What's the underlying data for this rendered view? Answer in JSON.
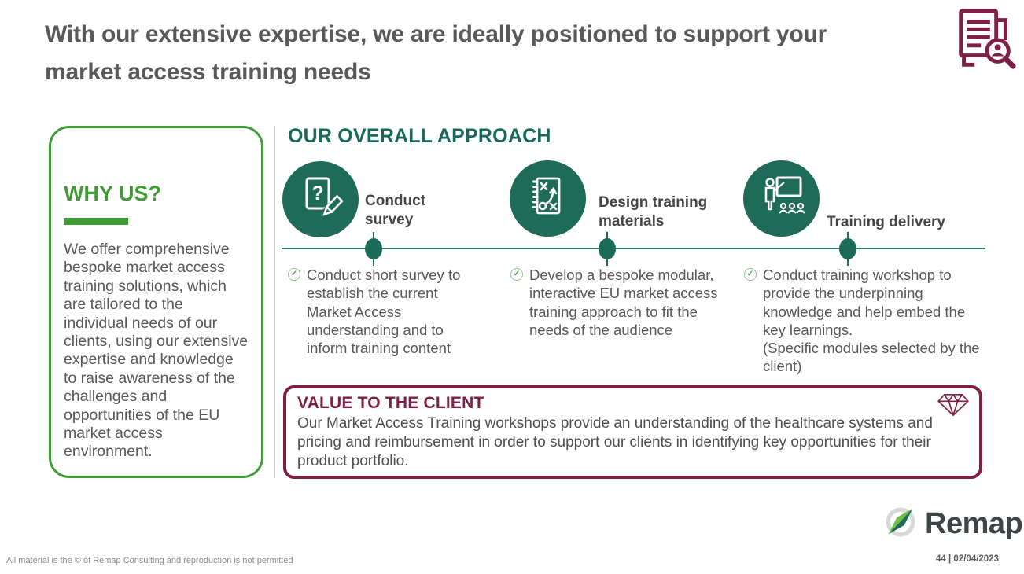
{
  "slide": {
    "title": "With our extensive expertise, we are ideally positioned to support your market access training needs",
    "colors": {
      "green": "#3F9C35",
      "teal": "#1C6B58",
      "maroon": "#7E1F44",
      "body_text": "#595959"
    }
  },
  "icons": {
    "top_right": "document-search-icon",
    "bullet": "check-circle-icon",
    "value_badge": "diamond-icon",
    "logo": "compass-icon"
  },
  "why_us": {
    "heading": "WHY US?",
    "body": "We offer comprehensive bespoke market access training solutions, which are tailored to the individual needs of our clients, using our extensive expertise and knowledge to raise awareness of the challenges and opportunities of the EU market access environment."
  },
  "approach": {
    "heading": "OUR OVERALL APPROACH",
    "steps": [
      {
        "icon": "survey-pencil-icon",
        "label": "Conduct survey",
        "check": "✓",
        "description": "Conduct short survey to establish the current Market Access understanding and to inform training content"
      },
      {
        "icon": "strategy-notebook-icon",
        "label": "Design training materials",
        "check": "✓",
        "description": "Develop a bespoke modular, interactive EU market access training approach to fit the needs of the audience"
      },
      {
        "icon": "training-presenter-icon",
        "label": "Training delivery",
        "check": "✓",
        "description": "Conduct training workshop to provide the underpinning knowledge and help embed the key learnings.\n(Specific modules selected by the client)"
      }
    ]
  },
  "value": {
    "heading": "VALUE TO THE CLIENT",
    "body": "Our Market Access Training workshops provide an understanding of the healthcare systems and pricing and reimbursement in order to support our clients in identifying key opportunities for their product portfolio."
  },
  "logo": {
    "text": "Remap"
  },
  "footer": {
    "left": "All material is the © of Remap Consulting and reproduction is not permitted",
    "right": "44 | 02/04/2023"
  }
}
